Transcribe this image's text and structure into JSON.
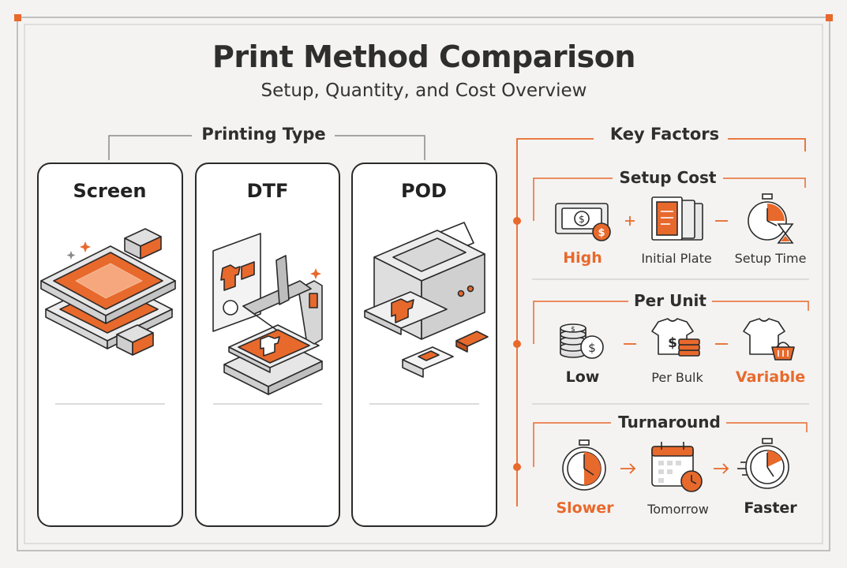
{
  "title": "Print Method Comparison",
  "subtitle": "Setup, Quantity, and Cost Overview",
  "printing_type": {
    "heading": "Printing Type",
    "columns": [
      {
        "name": "Screen",
        "icon": "screen-printing-frame-icon"
      },
      {
        "name": "DTF",
        "icon": "heat-press-icon"
      },
      {
        "name": "POD",
        "icon": "garment-printer-icon"
      }
    ]
  },
  "key_factors": {
    "heading": "Key Factors",
    "setup_cost": {
      "heading": "Setup Cost",
      "items": [
        {
          "label": "High",
          "icon": "money-bill-icon",
          "style": "accent"
        },
        {
          "label": "Initial Plate",
          "icon": "printing-plate-icon",
          "style": "normal"
        },
        {
          "label": "Setup Time",
          "icon": "stopwatch-hourglass-icon",
          "style": "normal"
        }
      ]
    },
    "per_unit": {
      "heading": "Per Unit",
      "items": [
        {
          "label": "Low",
          "icon": "coin-stack-icon",
          "style": "bold"
        },
        {
          "label": "Per Bulk",
          "icon": "tshirt-dollar-icon",
          "style": "normal"
        },
        {
          "label": "Variable",
          "icon": "tshirt-basket-icon",
          "style": "accent"
        }
      ]
    },
    "turnaround": {
      "heading": "Turnaround",
      "items": [
        {
          "label": "Slower",
          "icon": "stopwatch-icon",
          "style": "accent"
        },
        {
          "label": "Tomorrow",
          "icon": "calendar-clock-icon",
          "style": "normal"
        },
        {
          "label": "Faster",
          "icon": "fast-stopwatch-icon",
          "style": "bold"
        }
      ]
    }
  },
  "colors": {
    "accent": "#e8692c",
    "line": "#8a8a8a",
    "background": "#f4f3f1",
    "card": "#ffffff"
  }
}
